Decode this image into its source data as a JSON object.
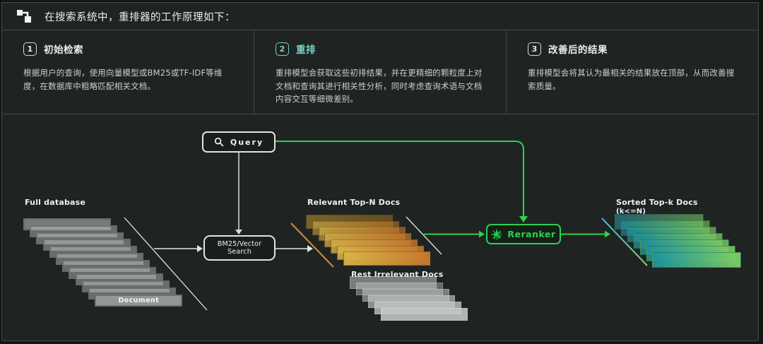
{
  "header": {
    "title": "在搜索系统中，重排器的工作原理如下："
  },
  "steps": [
    {
      "num": "1",
      "title": "初始检索",
      "body": "根据用户的查询，使用向量模型或BM25或TF-IDF等维度，在数据库中粗略匹配相关文档。"
    },
    {
      "num": "2",
      "title": "重排",
      "body": "重排模型会获取这些初排结果，并在更精细的颗粒度上对文档和查询其进行相关性分析，同时考虑查询术语与文档内容交互等细微差别。"
    },
    {
      "num": "3",
      "title": "改善后的结果",
      "body": "重排模型会将其认为最相关的结果放在顶部，从而改善搜索质量。"
    }
  ],
  "diagram": {
    "query_label": "Query",
    "retrieval_box_label": "BM25/Vector Search",
    "reranker_label": "Reranker",
    "labels": {
      "full_database": "Full database",
      "document": "Document",
      "relevant": "Relevant Top-N Docs",
      "irrelevant": "Rest Irrelevant Docs",
      "sorted": "Sorted Top-k Docs",
      "sorted_constraint": "(k<=N)"
    },
    "stack_counts": {
      "full_database": 12,
      "relevant": 7,
      "irrelevant": 6,
      "sorted": 7
    }
  },
  "icons": {
    "logo": "flow-nodes-icon",
    "query": "search-icon",
    "reranker": "starburst-icon"
  },
  "colors": {
    "background": "#1f2422",
    "frame_border": "#454b48",
    "accent_teal": "#79cfc6",
    "accent_green": "#2ed04f",
    "accent_orange": "#d28a3c",
    "accent_cyan": "#3cc0dc",
    "text_primary": "#e9edeb",
    "text_secondary": "#c9cfcc"
  }
}
